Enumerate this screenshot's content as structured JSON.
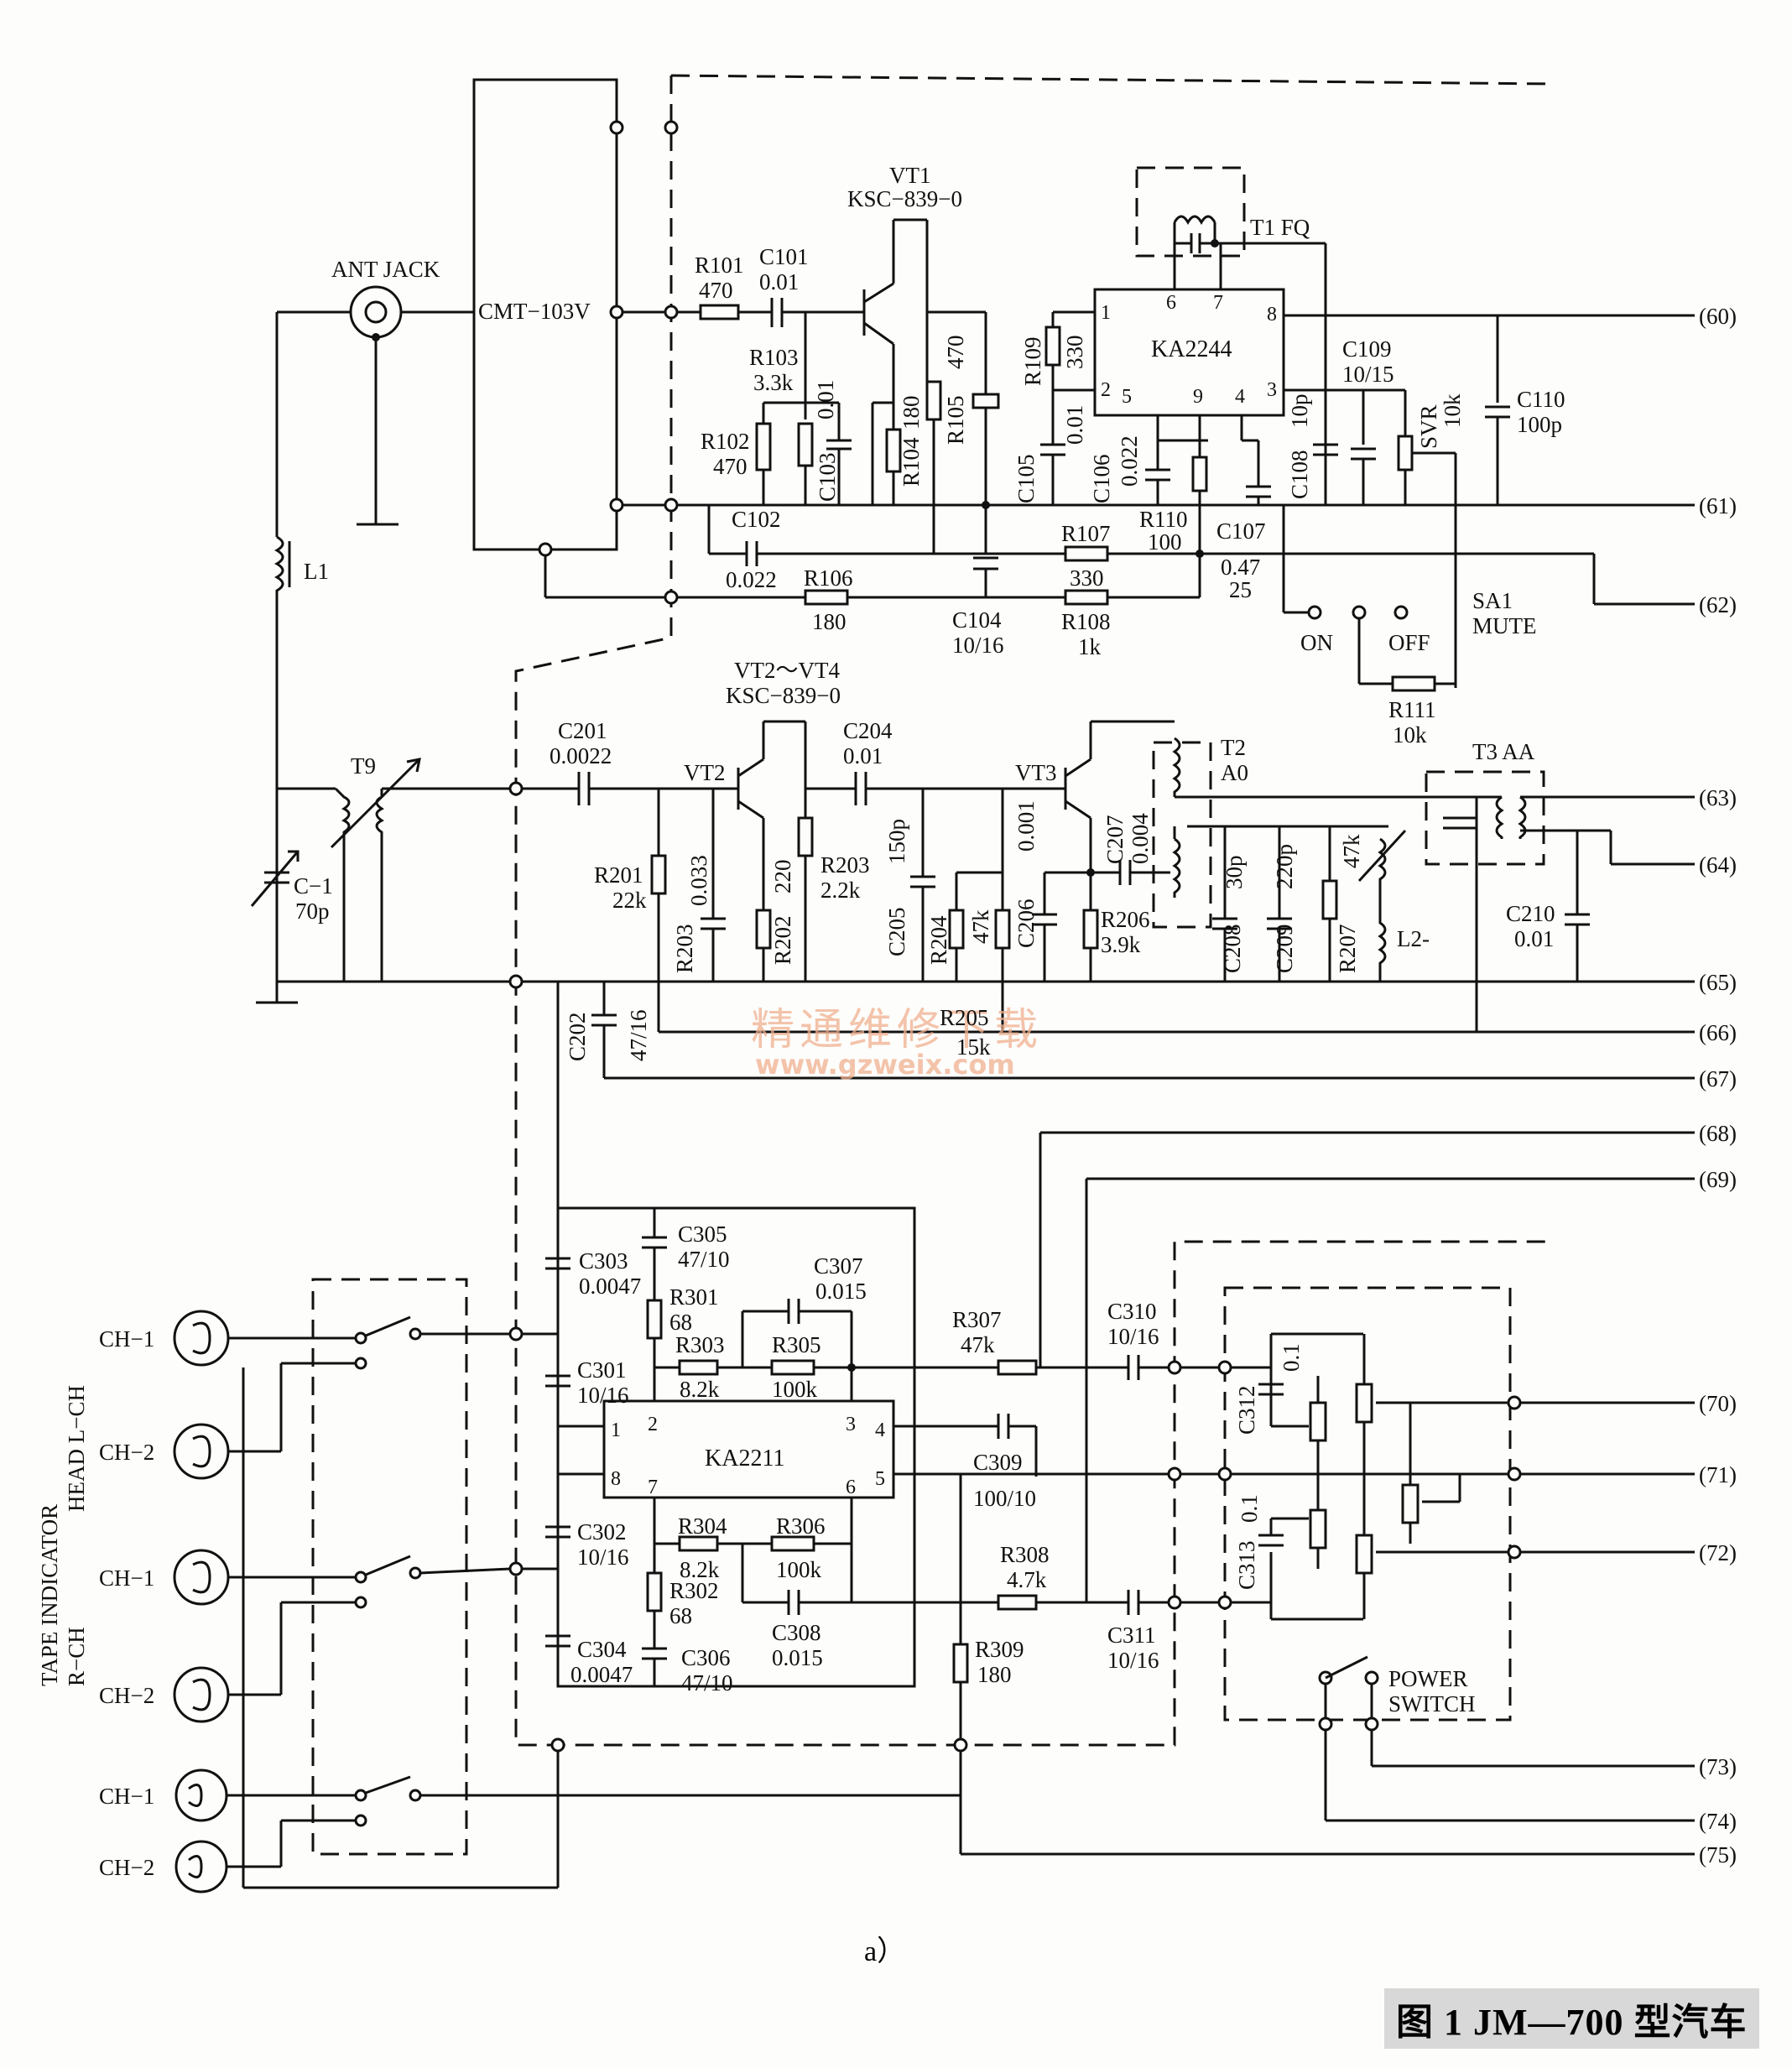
{
  "components": {
    "ant_jack": "ANT JACK",
    "cmt": "CMT−103V",
    "l1": "L1",
    "vt1": "VT1",
    "vt1_part": "KSC−839−0",
    "r101": "R101",
    "r101_v": "470",
    "c101": "C101",
    "c101_v": "0.01",
    "r103": "R103",
    "r103_v": "3.3k",
    "r102": "R102",
    "r102_v": "470",
    "c103": "C103",
    "c103_v": "0.01",
    "r104": "R104",
    "r104_v": "180",
    "r105": "R105",
    "r105_v": "470",
    "r109": "R109",
    "r109_v": "330",
    "c105": "C105",
    "c105_v": "0.01",
    "c106": "C106",
    "c106_v": "0.022",
    "ka2244": "KA2244",
    "t1": "T1  FQ",
    "c109": "C109",
    "c109_v": "10/15",
    "c108": "C108",
    "c108_v": "10p",
    "svr": "SVR",
    "svr_v": "10k",
    "c110": "C110",
    "c110_v": "100p",
    "c102": "C102",
    "c102_v": "0.022",
    "r106": "R106",
    "r106_v": "180",
    "c104": "C104",
    "c104_v": "10/16",
    "r107": "R107",
    "r107_v": "330",
    "r108": "R108",
    "r108_v": "1k",
    "r110": "R110",
    "r110_v": "100",
    "c107": "C107",
    "c107_v": "0.47",
    "c107_v2": "25",
    "sa1": "SA1",
    "sa1_b": "MUTE",
    "on": "ON",
    "off": "OFF",
    "r111": "R111",
    "r111_v": "10k",
    "vt24": "VT2～VT4",
    "vt24_part": "KSC−839−0",
    "c201": "C201",
    "c201_v": "0.0022",
    "vt2": "VT2",
    "c204": "C204",
    "c204_v": "0.01",
    "vt3": "VT3",
    "t2": "T2",
    "t2_b": "A0",
    "t3": "T3  AA",
    "t9": "T9",
    "c1": "C−1",
    "c1_v": "70p",
    "r201": "R201",
    "r201_v": "22k",
    "r203a": "R203",
    "c203_v": "0.033",
    "r202": "R202",
    "r202_v": "220",
    "r203": "R203",
    "r203_v": "2.2k",
    "c205": "C205",
    "c205_v": "150p",
    "r204": "R204",
    "r204_v": "47k",
    "c206": "C206",
    "c206_v": "0.001",
    "c207": "C207",
    "c207_v": "0.004",
    "r206": "R206",
    "r206_v": "3.9k",
    "c208": "C208",
    "c208_v": "30p",
    "c209": "C209",
    "c209_v": "220p",
    "r207": "R207",
    "r207_v": "47k",
    "l2": "L2-",
    "c210": "C210",
    "c210_v": "0.01",
    "c202": "C202",
    "c202_v": "47/16",
    "r205": "R205",
    "r205_v": "15k",
    "c305": "C305",
    "c305_v": "47/10",
    "c303": "C303",
    "c303_v": "0.0047",
    "r301": "R301",
    "r301_v": "68",
    "c307": "C307",
    "c307_v": "0.015",
    "r303": "R303",
    "r303_v": "8.2k",
    "r305": "R305",
    "r305_v": "100k",
    "c301": "C301",
    "c301_v": "10/16",
    "r307": "R307",
    "r307_v": "47k",
    "c310": "C310",
    "c310_v": "10/16",
    "ka2211": "KA2211",
    "c309": "C309",
    "c309_v": "100/10",
    "c302": "C302",
    "c302_v": "10/16",
    "r304": "R304",
    "r304_v": "8.2k",
    "r306": "R306",
    "r306_v": "100k",
    "r302": "R302",
    "r302_v": "68",
    "c308": "C308",
    "c308_v": "0.015",
    "r308": "R308",
    "r308_v": "4.7k",
    "c311": "C311",
    "c311_v": "10/16",
    "c304": "C304",
    "c304_v": "0.0047",
    "c306": "C306",
    "c306_v": "47/10",
    "r309": "R309",
    "r309_v": "180",
    "c312": "C312",
    "c312_v": "0.1",
    "c313": "C313",
    "c313_v": "0.1",
    "power_switch": "POWER",
    "power_switch_b": "SWITCH",
    "tape_ind": "TAPE INDICATOR",
    "head_lch": "HEAD L−CH",
    "rch": "R−CH",
    "ch1": "CH−1",
    "ch2": "CH−2"
  },
  "ic_pins": {
    "ka2244": [
      "1",
      "2",
      "3",
      "4",
      "5",
      "6",
      "7",
      "8",
      "9"
    ],
    "ka2211": [
      "1",
      "2",
      "3",
      "4",
      "5",
      "6",
      "7",
      "8"
    ]
  },
  "terminals": [
    "(60)",
    "(61)",
    "(62)",
    "(63)",
    "(64)",
    "(65)",
    "(66)",
    "(67)",
    "(68)",
    "(69)",
    "(70)",
    "(71)",
    "(72)",
    "(73)",
    "(74)",
    "(75)"
  ],
  "watermark": {
    "cn": "精通维修下载",
    "url": "www.gzweix.com"
  },
  "subfigure_label": "a）",
  "caption": "图 1  JM—700 型汽车"
}
